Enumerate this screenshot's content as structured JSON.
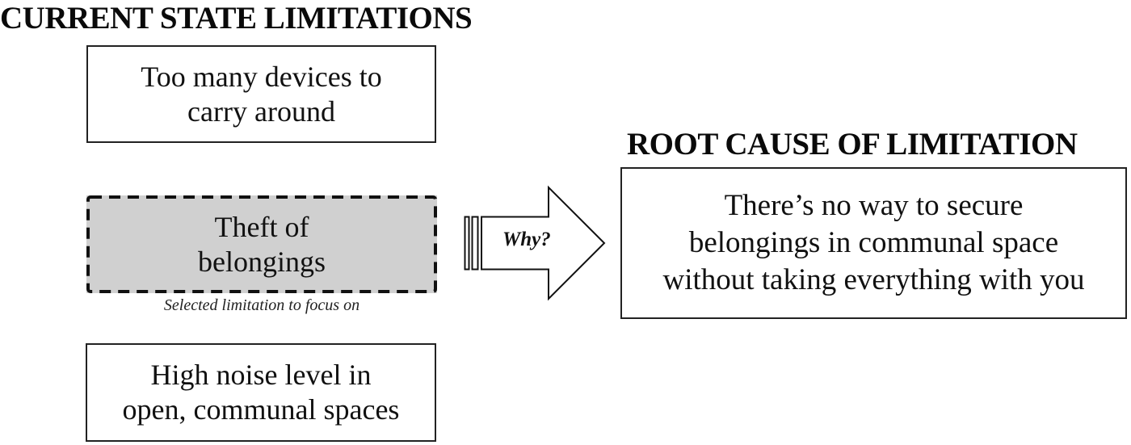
{
  "diagram": {
    "left_column": {
      "heading": "CURRENT STATE LIMITATIONS",
      "limitations": [
        {
          "text": "Too many devices to\ncarry around",
          "selected": false
        },
        {
          "text": "Theft of\nbelongings",
          "selected": true
        },
        {
          "text": "High noise level in\nopen, communal spaces",
          "selected": false
        }
      ],
      "selected_caption": "Selected limitation to focus on"
    },
    "connector": {
      "label": "Why?",
      "icon": "striped-right-arrow"
    },
    "right_column": {
      "heading": "ROOT CAUSE OF LIMITATION",
      "root_cause": "There’s no way to secure\nbelongings in communal space\nwithout taking everything with you"
    },
    "colors": {
      "selected_fill": "#d0d0d0",
      "border": "#222222",
      "text": "#111111",
      "background": "#ffffff"
    }
  }
}
